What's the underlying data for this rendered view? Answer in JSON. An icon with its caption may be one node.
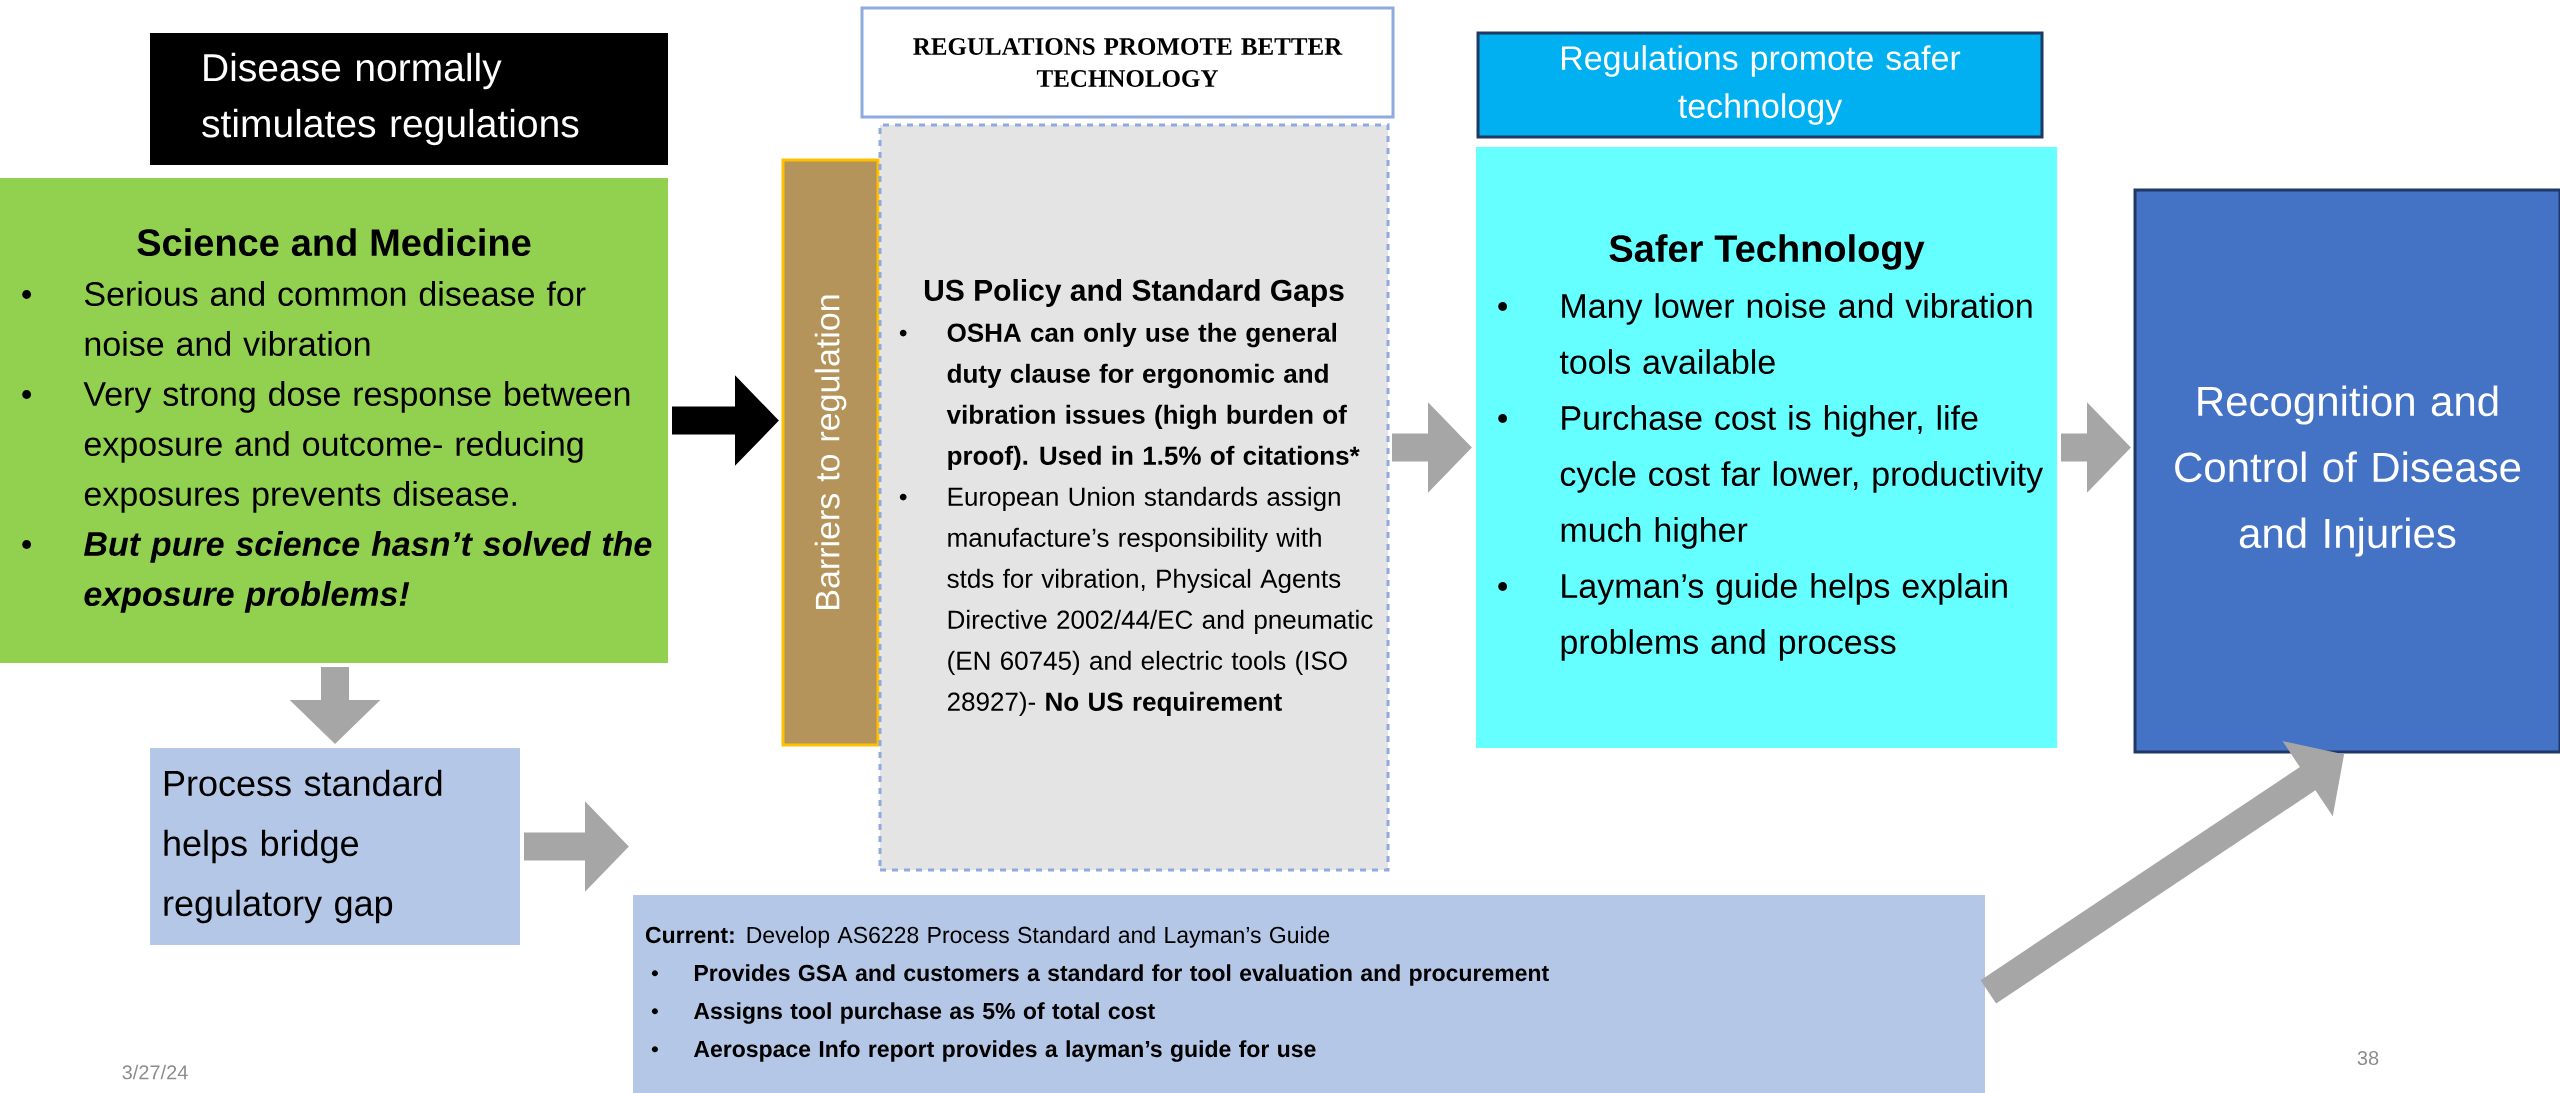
{
  "diagram": {
    "nodes": [
      {
        "text": [
          "Disease normally stimulates regulations"
        ]
      },
      {
        "text": [
          "Science and Medicine",
          "Serious and common disease for noise and vibration",
          "Very strong dose response between exposure and outcome- reducing exposures prevents disease.",
          "But pure science hasn’t solved the exposure problems!"
        ]
      },
      {
        "text": [
          "Barriers to      regulation"
        ]
      },
      {
        "text": [
          "REGULATIONS PROMOTE BETTER TECHNOLOGY"
        ]
      },
      {
        "text": [
          "US Policy and Standard Gaps",
          "OSHA can only use the general duty clause for ergonomic and vibration issues (high burden of proof). Used in 1.5% of citations*",
          "European Union standards assign manufacture’s responsibility with stds for vibration, Physical Agents Directive 2002/44/EC and pneumatic (EN 60745)  and electric tools (ISO 28927)- **No US requirement**"
        ]
      },
      {
        "text": [
          "Regulations promote safer technology"
        ]
      },
      {
        "text": [
          "Safer Technology",
          "Many lower noise and vibration tools available",
          "Purchase cost is higher, life cycle cost far lower, productivity much higher",
          "Layman’s guide helps explain problems and process"
        ]
      },
      {
        "text": [
          "Recognition and Control of Disease and Injuries"
        ]
      },
      {
        "text": [
          "Process standard helps bridge regulatory gap"
        ]
      },
      {
        "text": [
          "**Current:** Develop AS6228 Process Standard and Layman’s Guide",
          "Provides GSA and customers a standard for tool evaluation and procurement",
          "Assigns tool purchase as 5% of total cost",
          "Aerospace Info report provides a layman’s guide for use"
        ]
      }
    ],
    "edges": [
      {
        "from": 1,
        "to": 2,
        "arrow": "to",
        "color": "#000000"
      },
      {
        "from": 4,
        "to": 6,
        "arrow": "to"
      },
      {
        "from": 6,
        "to": 7,
        "arrow": "to"
      },
      {
        "from": 1,
        "to": 8,
        "arrow": "to"
      },
      {
        "from": 8,
        "to": 9,
        "arrow": "to"
      },
      {
        "from": 9,
        "to": 7,
        "arrow": "to"
      }
    ],
    "labels": [
      "3/27/24",
      "38"
    ]
  }
}
